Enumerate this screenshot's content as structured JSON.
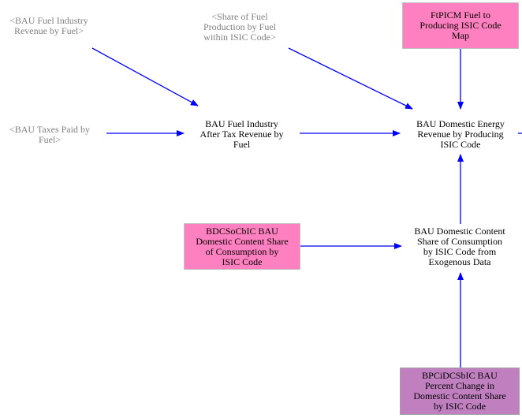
{
  "diagram": {
    "colors": {
      "arrow": "#0000ff",
      "shadow_text": "#808080",
      "pink_box": "#ff80c0",
      "purple_box": "#c080c0"
    },
    "nodes": {
      "bau_fuel_industry_revenue": "<BAU Fuel Industry\nRevenue by Fuel>",
      "share_fuel_production": "<Share of Fuel\nProduction by Fuel\nwithin ISIC Code>",
      "ftpicm_map": "FtPICM Fuel to\nProducing ISIC Code\nMap",
      "bau_taxes_paid": "<BAU Taxes Paid by\nFuel>",
      "after_tax_revenue": "BAU Fuel Industry\nAfter Tax Revenue by\nFuel",
      "domestic_energy_revenue": "BAU Domestic Energy\nRevenue by Producing\nISIC Code",
      "bdcsocbic": "BDCSoCbIC BAU\nDomestic Content Share\nof Consumption by\nISIC Code",
      "domestic_content_share": "BAU Domestic Content\nShare of Consumption\nby ISIC Code from\nExogenous Data",
      "bpcidcsbic": "BPCiDCSbIC BAU\nPercent Change in\nDomestic Content Share\nby ISIC Code"
    }
  }
}
